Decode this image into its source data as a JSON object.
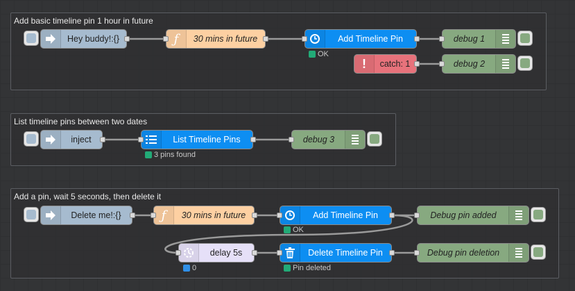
{
  "colors": {
    "inject": "#a6bbcf",
    "function": "#fdd0a2",
    "timeline": "#0d8ef2",
    "debug": "#87a980",
    "catch": "#e7727b",
    "delay": "#e6e0f8",
    "status_green": "#22aa77",
    "status_blue": "#2f8fe8"
  },
  "groups": [
    {
      "label": "Add basic timeline pin 1 hour in future",
      "nodes": {
        "inject": "Hey buddy!:{}",
        "function": "30 mins in future",
        "timeline": "Add Timeline Pin",
        "timeline_status": "OK",
        "debug1": "debug 1",
        "catch": "catch: 1",
        "debug2": "debug 2"
      }
    },
    {
      "label": "List timeline pins between two dates",
      "nodes": {
        "inject": "inject",
        "timeline": "List Timeline Pins",
        "timeline_status": "3 pins found",
        "debug": "debug 3"
      }
    },
    {
      "label": "Add a pin, wait 5 seconds, then delete it",
      "nodes": {
        "inject": "Delete me!:{}",
        "function": "30 mins in future",
        "timeline_add": "Add Timeline Pin",
        "timeline_add_status": "OK",
        "debug_added": "Debug pin added",
        "delay": "delay 5s",
        "delay_status": "0",
        "timeline_delete": "Delete Timeline Pin",
        "timeline_delete_status": "Pin deleted",
        "debug_deletion": "Debug pin deletion"
      }
    }
  ],
  "icons": [
    "arrow-in-icon",
    "function-icon",
    "clock-icon",
    "list-icon",
    "trash-icon",
    "timer-icon",
    "alert-icon",
    "debug-bars-icon"
  ]
}
